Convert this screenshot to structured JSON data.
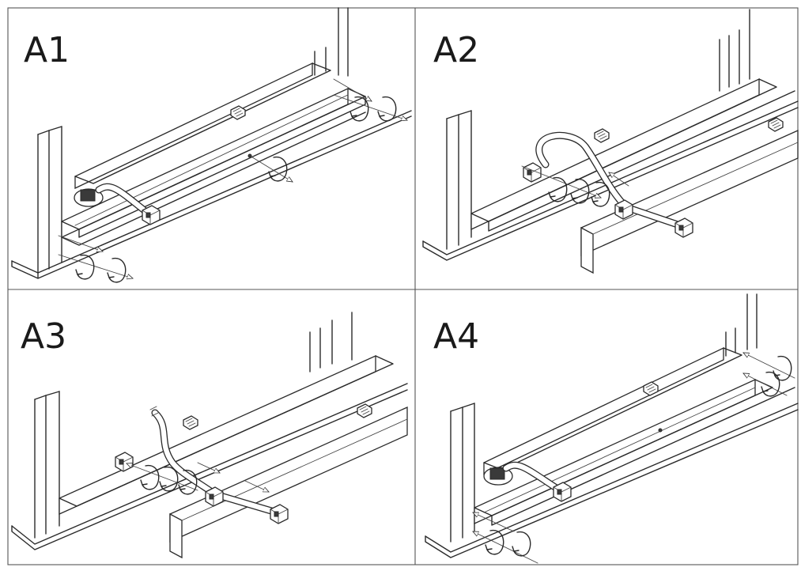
{
  "panels": [
    {
      "label": "A1"
    },
    {
      "label": "A2"
    },
    {
      "label": "A3"
    },
    {
      "label": "A4"
    }
  ],
  "colors": {
    "line": "#2a2a2a",
    "frame": "#555555",
    "background": "#ffffff"
  }
}
